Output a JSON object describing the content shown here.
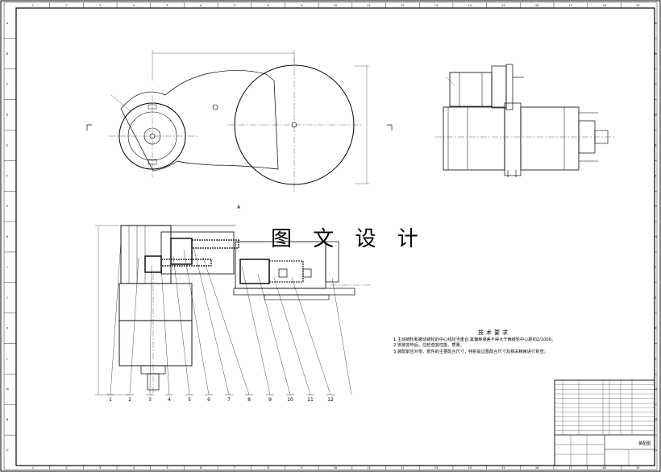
{
  "drawing": {
    "watermark": "图 文 设 计",
    "tech_requirements": {
      "title": "技术要求",
      "items": [
        "1.主动链轮和被动链轮的中心线应当重合,其偏移误差不得大于两链轮中心距的2/1000。",
        "2.安装完毕后，应检查其性能、质量。",
        "3.装配前应对零、部件的主要配合尺寸，特别是过盈配合尺寸及相关精度进行复查。"
      ]
    },
    "part_balloons": [
      "1",
      "2",
      "3",
      "4",
      "5",
      "6",
      "7",
      "8",
      "9",
      "10",
      "11",
      "12"
    ],
    "border_column_numbers_top": [
      "1",
      "2",
      "3",
      "4",
      "5",
      "6",
      "7",
      "8",
      "9",
      "10",
      "11",
      "12",
      "13",
      "14",
      "15",
      "16",
      "17",
      "18",
      "19"
    ],
    "border_row_letters": [
      "A",
      "B",
      "C",
      "D",
      "E",
      "F",
      "G",
      "H",
      "I",
      "J",
      "K",
      "L",
      "M",
      "N",
      "O"
    ],
    "section_mark": "A",
    "title_block": {
      "drawing_name": "装配图"
    }
  },
  "colors": {
    "ink": "#000000",
    "paper": "#ffffff"
  }
}
